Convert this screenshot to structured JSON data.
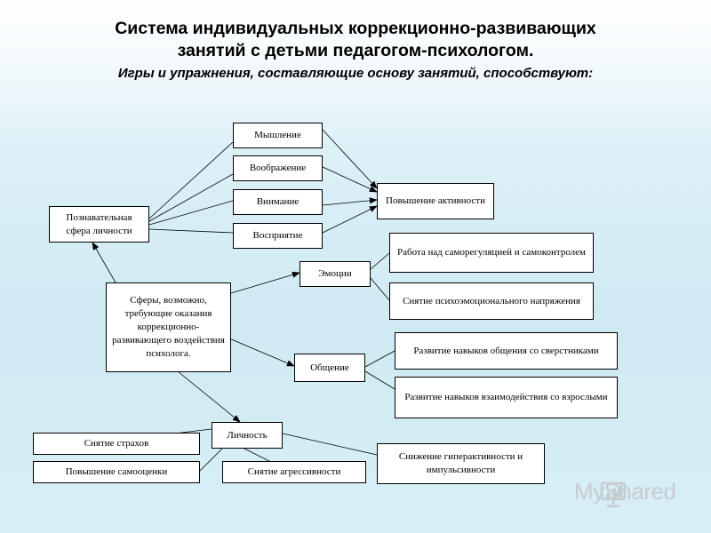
{
  "title_line1": "Система индивидуальных коррекционно-развивающих",
  "title_line2": "занятий с детьми педагогом-психологом.",
  "subtitle": "Игры и упражнения, составляющие основу занятий, способствуют:",
  "nodes": {
    "myshlenie": "Мышление",
    "voobrazhenie": "Воображение",
    "vnimanie": "Внимание",
    "vospriyatie": "Восприятие",
    "aktivnost": "Повышение активности",
    "poznavatelnaya": "Познавательная сфера личности",
    "emocii": "Эмоции",
    "samoregulyaciya": "Работа над саморегуляцией и самоконтролем",
    "napryazhenie": "Снятие психоэмоционального напряжения",
    "sfery": "Сферы, возможно, требующие оказания коррекционно-развивающего воздействия психолога.",
    "obshchenie": "Общение",
    "sverstniki": "Развитие навыков общения со сверстниками",
    "vzroslye": "Развитие навыков взаимодействия со взрослыми",
    "lichnost": "Личность",
    "strahi": "Снятие страхов",
    "samoocenka": "Повышение самооценки",
    "agressivnost": "Снятие агрессивности",
    "giperaktivnost": "Снижение гиперактивности и импульсивности"
  },
  "watermark": {
    "text": "MyShared",
    "color": "#c6cdd1"
  }
}
